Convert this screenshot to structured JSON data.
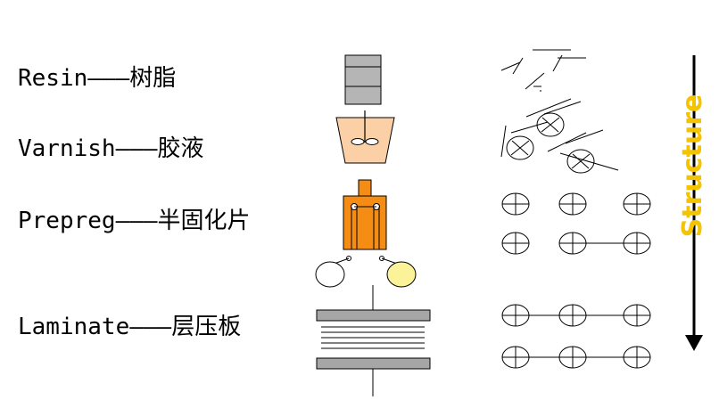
{
  "stages": [
    {
      "name": "Resin",
      "dash": "———",
      "zh": "树脂"
    },
    {
      "name": "Varnish",
      "dash": "———",
      "zh": "胶液"
    },
    {
      "name": "Prepreg",
      "dash": "———",
      "zh": "半固化片"
    },
    {
      "name": "Laminate",
      "dash": "———",
      "zh": "层压板"
    }
  ],
  "arrow_label": "Structure",
  "colors": {
    "resin_box": "#b5b5b5",
    "varnish_bowl": "#fcd0a7",
    "prepreg_tower": "#f58c14",
    "roller_yellow": "#fbf29a",
    "laminate_plate": "#a6a6a6",
    "arrow_label": "#f5c400"
  }
}
